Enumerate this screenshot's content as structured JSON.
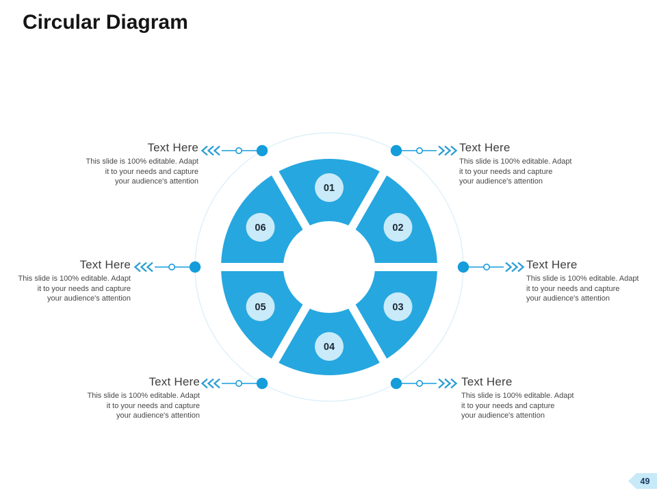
{
  "slide": {
    "title": "Circular Diagram",
    "page_number": "49"
  },
  "diagram": {
    "type": "circular",
    "segments": [
      "01",
      "02",
      "03",
      "04",
      "05",
      "06"
    ],
    "callouts": [
      {
        "position": "top-left",
        "heading": "Text Here",
        "body_lines": [
          "This slide is 100% editable. Adapt",
          "it to your needs and capture",
          "your audience's attention"
        ]
      },
      {
        "position": "top-right",
        "heading": "Text Here",
        "body_lines": [
          "This slide is 100% editable. Adapt",
          "it to your needs and capture",
          "your audience's attention"
        ]
      },
      {
        "position": "mid-left",
        "heading": "Text Here",
        "body_lines": [
          "This slide is 100% editable. Adapt",
          "it to your needs and capture",
          "your audience's attention"
        ]
      },
      {
        "position": "mid-right",
        "heading": "Text Here",
        "body_lines": [
          "This slide is 100% editable. Adapt",
          "it to your needs and capture",
          "your audience's attention"
        ]
      },
      {
        "position": "bottom-left",
        "heading": "Text Here",
        "body_lines": [
          "This slide is 100% editable. Adapt",
          "it to your needs and capture",
          "your audience's attention"
        ]
      },
      {
        "position": "bottom-right",
        "heading": "Text Here",
        "body_lines": [
          "This slide is 100% editable. Adapt",
          "it to your needs and capture",
          "your audience's attention"
        ]
      }
    ]
  },
  "colors": {
    "segment_blue": "#26A7E0",
    "number_chip": "#C9EAF8",
    "number_text": "#1B2735",
    "accent_dot": "#149CDB",
    "chevron": "#2E9FD3",
    "faint_ring": "#D8EDF8",
    "heading_text": "#3C3C3C",
    "body_text": "#464646",
    "badge_bg": "#C7E9F8",
    "badge_text": "#173A5E",
    "title_text": "#151515"
  }
}
